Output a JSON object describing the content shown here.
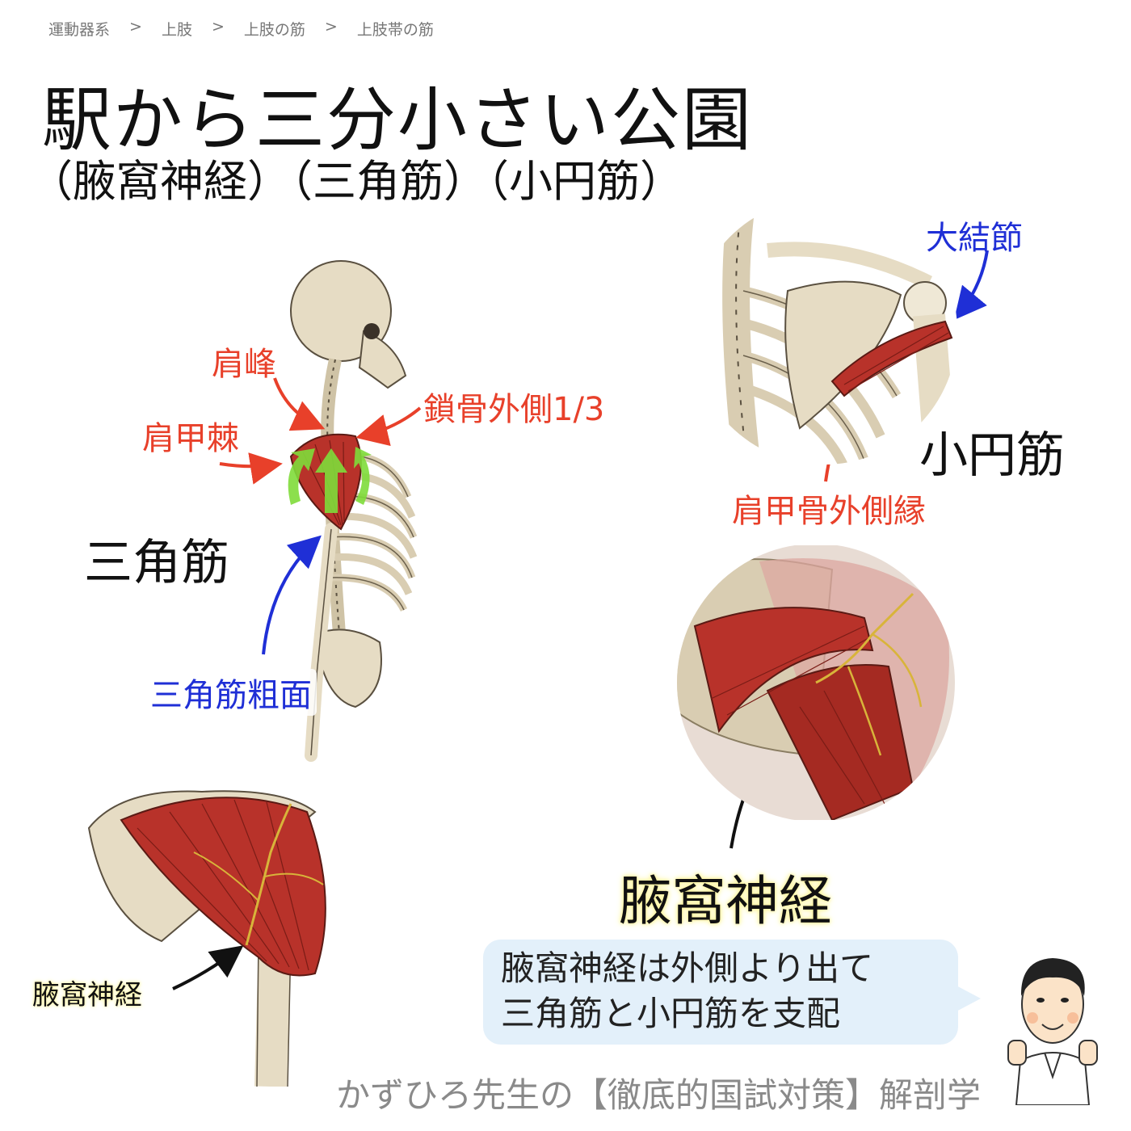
{
  "breadcrumb": [
    "運動器系",
    "上肢",
    "上肢の筋",
    "上肢帯の筋"
  ],
  "breadcrumb_sep": ">",
  "title": "駅から三分小さい公園",
  "subtitle": "（腋窩神経）（三角筋）（小円筋）",
  "deltoid_panel": {
    "name": "三角筋",
    "origin_1": "肩峰",
    "origin_2": "肩甲棘",
    "origin_3": "鎖骨外側1/3",
    "insertion": "三角筋粗面"
  },
  "teres_minor_panel": {
    "name": "小円筋",
    "insertion": "大結節",
    "origin": "肩甲骨外側縁"
  },
  "nerve_panel": {
    "name": "腋窩神経"
  },
  "deltoid_closeup": {
    "nerve_label": "腋窩神経"
  },
  "bubble": {
    "line1": "腋窩神経は外側より出て",
    "line2": "三角筋と小円筋を支配"
  },
  "footer": "かずひろ先生の【徹底的国試対策】解剖学",
  "colors": {
    "red_label": "#e8402a",
    "blue_label": "#1f2fd6",
    "muscle": "#b8322a",
    "bone": "#e6dcc4",
    "bubble": "#e3f0fa",
    "arrow_green": "#7fdc3a"
  }
}
